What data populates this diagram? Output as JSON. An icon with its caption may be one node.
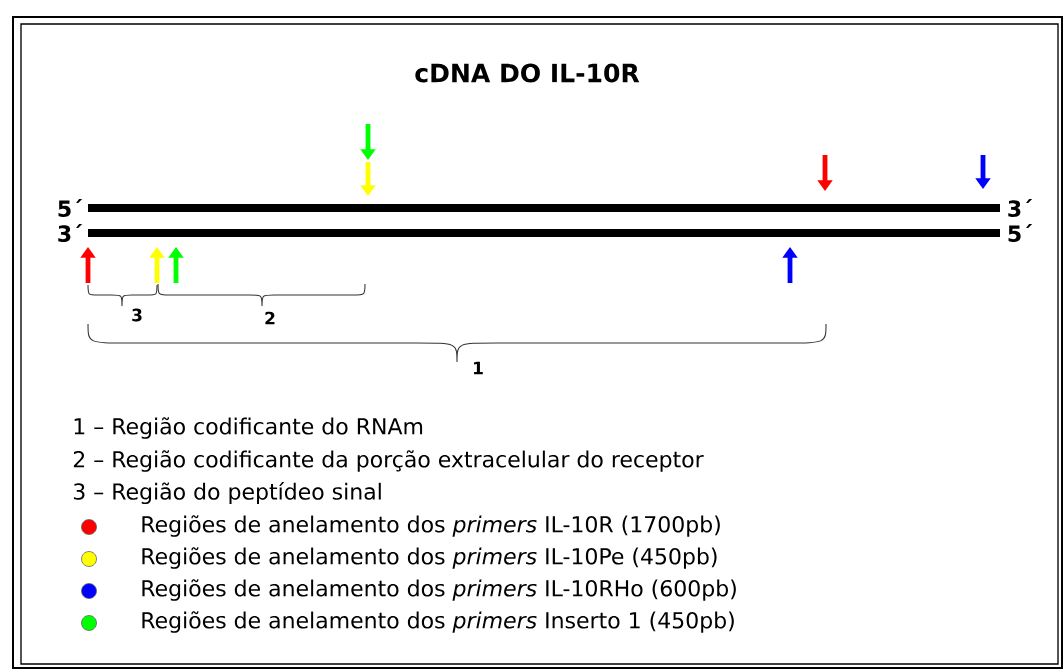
{
  "diagram": {
    "title": "cDNA DO IL-10R",
    "labels": [
      "5´",
      "3´",
      "3´",
      "5´",
      "3",
      "2",
      "1",
      "1 – Região codificante do RNAm",
      "2 – Região codificante da porção extracelular do receptor",
      "3 – Região do peptídeo sinal"
    ],
    "legend": [
      {
        "text": "Regiões de anelamento dos *primers* IL-10R (1700pb)",
        "color": "#ff0000"
      },
      {
        "text": "Regiões de anelamento dos *primers* IL-10Pe (450pb)",
        "color": "#ffff00"
      },
      {
        "text": "Regiões de anelamento dos *primers* IL-10RHo (600pb)",
        "color": "#0000ff"
      },
      {
        "text": "Regiões de anelamento dos *primers* Inserto 1 (450pb)",
        "color": "#00ff00"
      }
    ]
  }
}
